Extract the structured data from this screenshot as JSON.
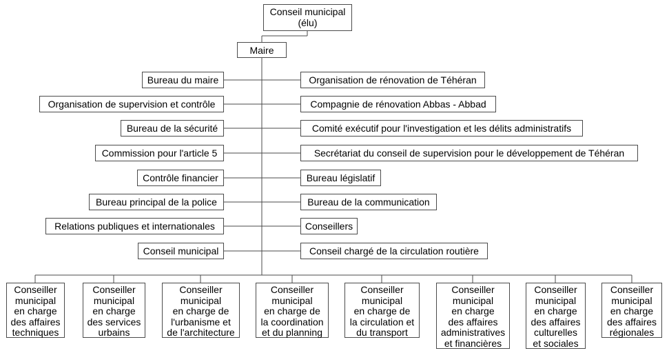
{
  "top": {
    "council_elected": "Conseil municipal\n(élu)",
    "mayor": "Maire"
  },
  "left_units": [
    "Bureau du maire",
    "Organisation de supervision et contrôle",
    "Bureau de la sécurité",
    "Commission pour l'article 5",
    "Contrôle financier",
    "Bureau principal de la police",
    "Relations publiques et internationales",
    "Conseil municipal"
  ],
  "right_units": [
    "Organisation de rénovation de Téhéran",
    "Compagnie de rénovation Abbas - Abbad",
    "Comité exécutif pour l'investigation et les délits administratifs",
    "Secrétariat du conseil de supervision pour le développement de Téhéran",
    "Bureau législatif",
    "Bureau de la communication",
    "Conseillers",
    "Conseil chargé de la circulation routière"
  ],
  "councillors": [
    "Conseiller\nmunicipal\nen charge\ndes affaires\ntechniques",
    "Conseiller\nmunicipal\nen charge\ndes services\nurbains",
    "Conseiller\nmunicipal\nen charge de\nl'urbanisme et\nde l'architecture",
    "Conseiller\nmunicipal\nen charge de\nla coordination\net du planning",
    "Conseiller\nmunicipal\nen charge de\nla circulation et\ndu transport",
    "Conseiller\nmunicipal\nen charge\ndes affaires\nadministratives\net financières",
    "Conseiller\nmunicipal\nen charge\ndes affaires\nculturelles\net sociales",
    "Conseiller\nmunicipal\nen charge\ndes affaires\nrégionales"
  ],
  "colors": {
    "line": "#4a4a4a",
    "border": "#4a4a4a",
    "background": "#ffffff"
  }
}
